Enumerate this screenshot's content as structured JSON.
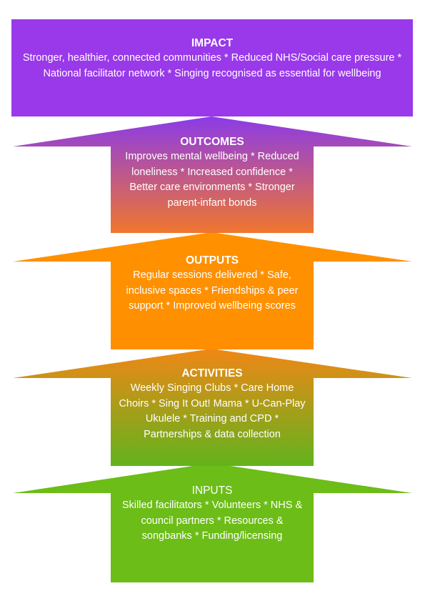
{
  "diagram": {
    "layers": [
      {
        "title": "IMPACT",
        "body": "Stronger, healthier, connected communities * Reduced NHS/Social care pressure * National facilitator network * Singing recognised as essential for wellbeing",
        "colors": [
          "#9939ea",
          "#9939ea"
        ]
      },
      {
        "title": "OUTCOMES",
        "body": "Improves mental wellbeing * Reduced loneliness * Increased confidence * Better care environments * Stronger parent-infant bonds",
        "colors": [
          "#8b3be8",
          "#f0762e"
        ]
      },
      {
        "title": "OUTPUTS",
        "body": "Regular sessions delivered * Safe, inclusive spaces * Friendships & peer support * Improved wellbeing scores",
        "colors": [
          "#ff9100",
          "#ff8f00"
        ]
      },
      {
        "title": "ACTIVITIES",
        "body": "Weekly Singing Clubs * Care Home Choirs * Sing It Out! Mama * U-Can-Play Ukulele * Training and CPD * Partnerships & data collection",
        "colors": [
          "#f08716",
          "#62b31d"
        ]
      },
      {
        "title": "INPUTS",
        "body": "Skilled facilitators * Volunteers * NHS & council partners * Resources & songbanks * Funding/licensing",
        "colors": [
          "#6cbd17",
          "#6cbd17"
        ]
      }
    ]
  }
}
